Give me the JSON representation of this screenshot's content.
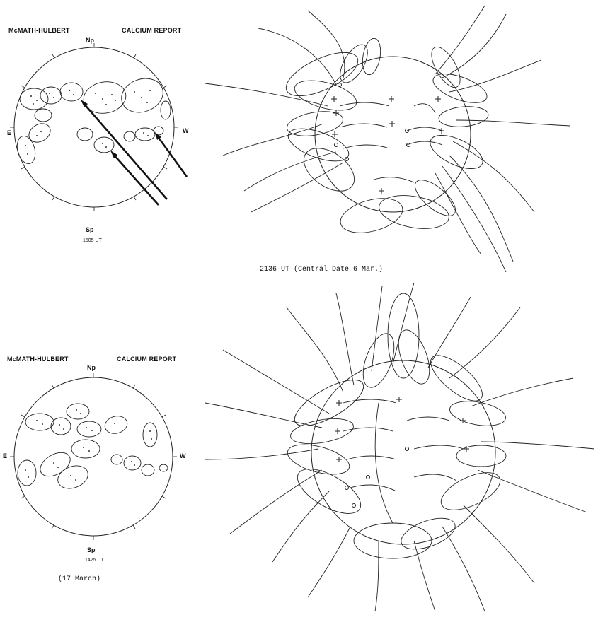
{
  "top": {
    "left_header": "McMATH-HULBERT",
    "right_header": "CALCIUM REPORT",
    "north": "Np",
    "south": "Sp",
    "east": "E",
    "west": "W",
    "time": "1505 UT",
    "field_caption": "2136 UT (Central Date 6 Mar.)"
  },
  "bottom": {
    "left_header": "McMATH-HULBERT",
    "right_header": "CALCIUM REPORT",
    "north": "Np",
    "south": "Sp",
    "east": "E",
    "west": "W",
    "time": "1425 UT",
    "date_caption": "(17 March)"
  }
}
